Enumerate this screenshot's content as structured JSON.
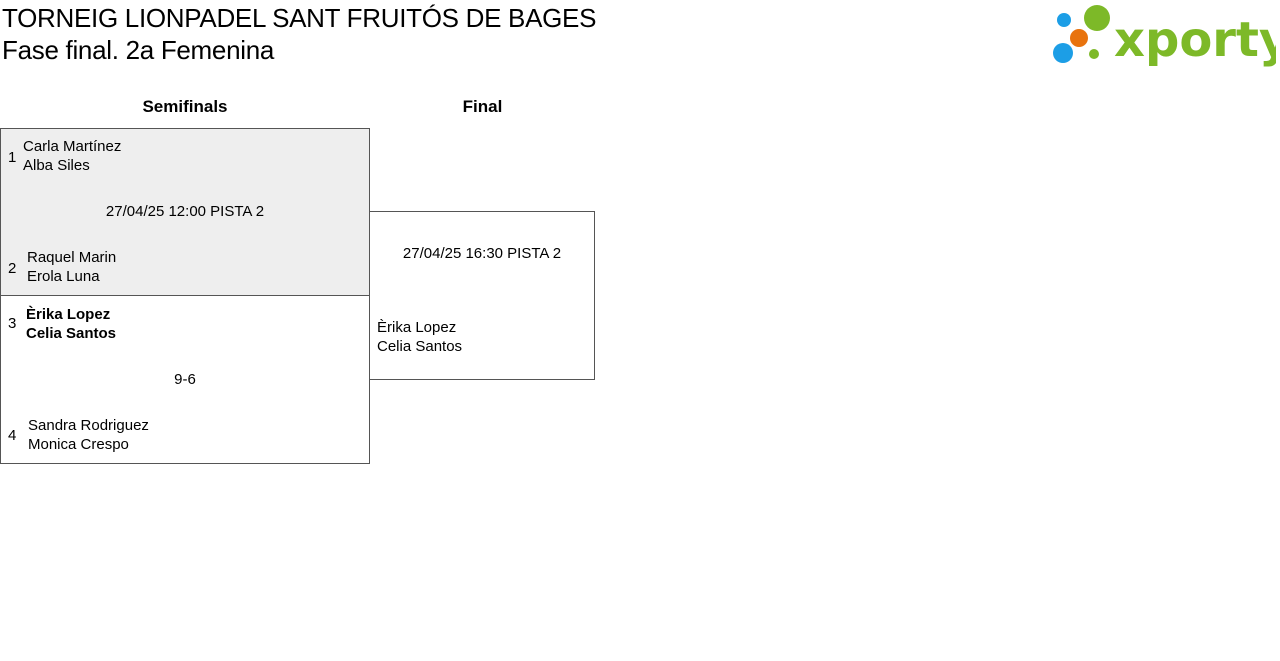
{
  "header": {
    "title": "TORNEIG LIONPADEL SANT FRUITÓS DE BAGES",
    "subtitle": "Fase final. 2a Femenina"
  },
  "logo": {
    "text": "xporty",
    "colors": {
      "green": "#7db928",
      "blue": "#1c9ee6",
      "orange": "#e8730e"
    }
  },
  "rounds": {
    "semifinals_label": "Semifinals",
    "final_label": "Final"
  },
  "semifinals": [
    {
      "info": "27/04/25 12:00 PISTA 2",
      "background": "#eeeeee",
      "top": {
        "seed": "1",
        "player1": "Carla Martínez",
        "player2": "Alba Siles"
      },
      "bottom": {
        "seed": "2",
        "player1": "Raquel Marin",
        "player2": "Erola Luna"
      }
    },
    {
      "info": "9-6",
      "top": {
        "seed": "3",
        "player1": "Èrika Lopez",
        "player2": "Celia Santos",
        "winner": true
      },
      "bottom": {
        "seed": "4",
        "player1": "Sandra Rodriguez",
        "player2": "Monica Crespo"
      }
    }
  ],
  "final": {
    "info": "27/04/25 16:30 PISTA 2",
    "bottom": {
      "player1": "Èrika Lopez",
      "player2": "Celia Santos"
    }
  }
}
